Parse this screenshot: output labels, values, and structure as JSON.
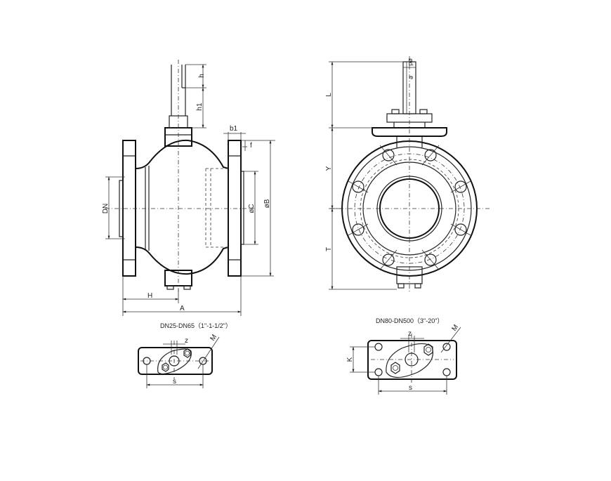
{
  "side_view": {
    "dim_h": "h",
    "dim_h1": "h1",
    "dim_b1": "b1",
    "dim_f": "f",
    "dim_dn": "DN",
    "dim_c": "øC",
    "dim_b": "øB",
    "dim_H": "H",
    "dim_A": "A"
  },
  "front_view": {
    "dim_d": "ød",
    "dim_e": "e",
    "dim_L": "L",
    "dim_Y": "Y",
    "dim_T": "T"
  },
  "small_flange": {
    "caption": "DN25-DN65（1\"-1-1/2\"）",
    "dim_z": "z",
    "dim_s": "s",
    "dim_M": "M"
  },
  "large_flange": {
    "caption": "DN80-DN500（3\"-20\"）",
    "dim_z": "z",
    "dim_s": "s",
    "dim_K": "K",
    "dim_M": "M"
  }
}
